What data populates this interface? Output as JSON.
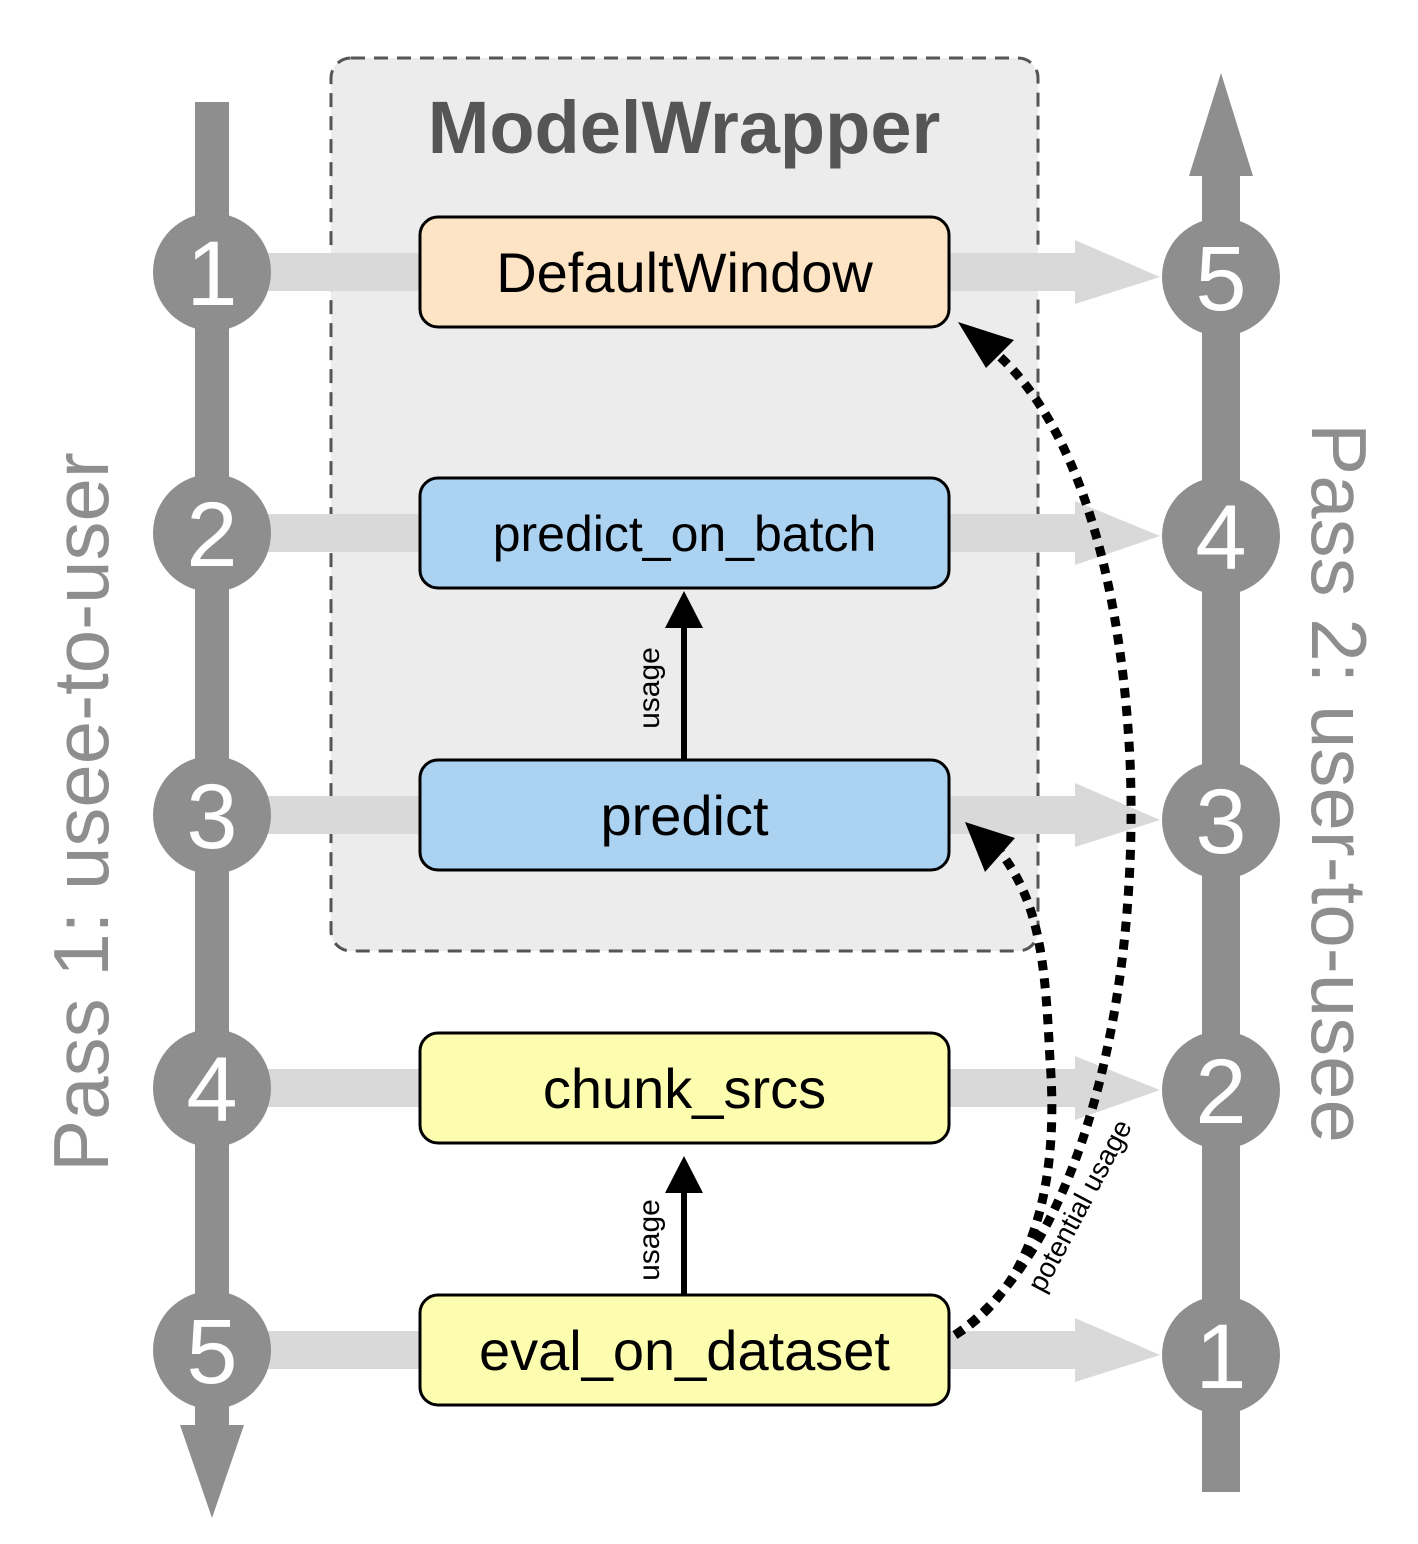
{
  "container": {
    "title": "ModelWrapper"
  },
  "nodes": [
    {
      "id": "default-window",
      "label": "DefaultWindow",
      "fill": "#fde4c5"
    },
    {
      "id": "predict-on-batch",
      "label": "predict_on_batch",
      "fill": "#acd2f2"
    },
    {
      "id": "predict",
      "label": "predict",
      "fill": "#acd2f2"
    },
    {
      "id": "chunk-srcs",
      "label": "chunk_srcs",
      "fill": "#fdfdb0"
    },
    {
      "id": "eval-on-dataset",
      "label": "eval_on_dataset",
      "fill": "#fdfdb0"
    }
  ],
  "pass1": {
    "label": "Pass 1: usee-to-user",
    "steps": [
      "1",
      "2",
      "3",
      "4",
      "5"
    ]
  },
  "pass2": {
    "label": "Pass 2: user-to-usee",
    "steps": [
      "5",
      "4",
      "3",
      "2",
      "1"
    ]
  },
  "edges": [
    {
      "from": "predict",
      "to": "predict-on-batch",
      "label": "usage",
      "style": "solid"
    },
    {
      "from": "eval-on-dataset",
      "to": "chunk-srcs",
      "label": "usage",
      "style": "solid"
    },
    {
      "from": "eval-on-dataset",
      "to": "predict",
      "label": "",
      "style": "dotted"
    },
    {
      "from": "eval-on-dataset",
      "to": "default-window",
      "label": "potential usage",
      "style": "dotted"
    }
  ],
  "colors": {
    "track": "#8e8e8e",
    "connector": "#d9d9d9",
    "container_bg": "#ececec",
    "container_border": "#555555",
    "title": "#555555"
  }
}
